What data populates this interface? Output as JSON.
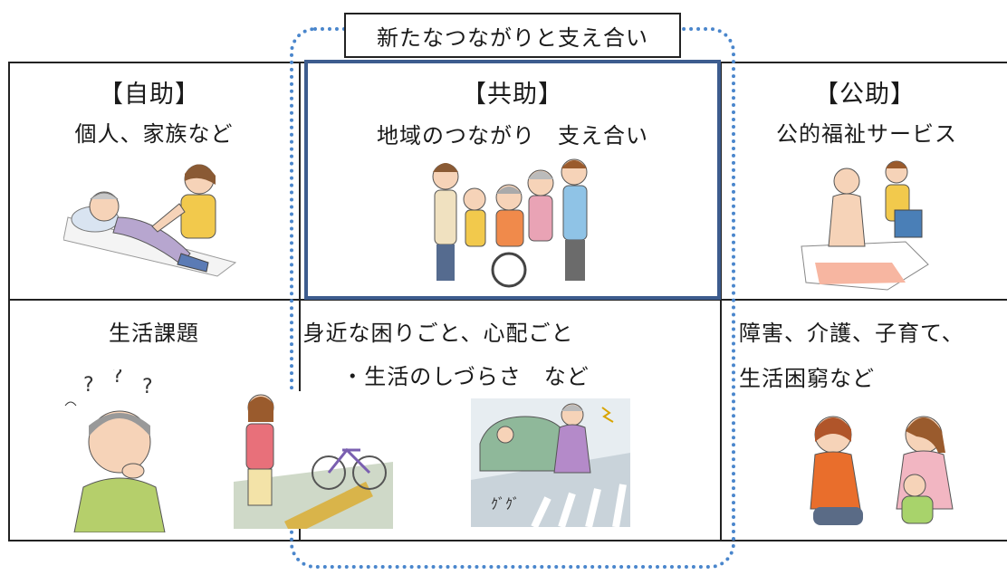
{
  "title": "新たなつながりと支え合い",
  "top_row": [
    {
      "heading": "【自助】",
      "subtitle": "個人、家族など",
      "icon": "caregiver-lying-elder-icon"
    },
    {
      "heading": "【共助】",
      "subtitle": "地域のつながり　支え合い",
      "icon": "community-group-wheelchair-icon"
    },
    {
      "heading": "【公助】",
      "subtitle": "公的福祉サービス",
      "icon": "care-worker-bath-icon"
    }
  ],
  "bottom_row": {
    "left": {
      "text": "生活課題",
      "icon": "confused-elder-icon"
    },
    "center": {
      "line1": "身近な困りごと、心配ごと",
      "line2": "・生活のしづらさ　など",
      "icons": [
        "blind-person-bicycles-icon",
        "elder-crossing-car-icon"
      ]
    },
    "right": {
      "line1": "障害、介護、子育て、",
      "line2": "生活困窮など",
      "icon": "counselor-mother-baby-icon"
    }
  },
  "colors": {
    "dotted_frame": "#4a86cc",
    "kyojo_border": "#3d5c8e",
    "grid": "#222222"
  }
}
